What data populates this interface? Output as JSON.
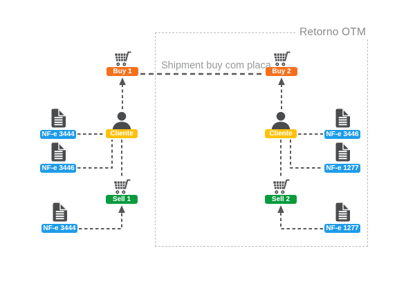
{
  "title_labels": {
    "otm_box": "Retorno OTM",
    "shipment": "Shipment buy com placa"
  },
  "colors": {
    "buy_orange": "#f4701d",
    "cliente_yellow": "#fec10d",
    "sell_green": "#089b3e",
    "nfe_blue": "#1e9be9",
    "icon_gray": "#4a4b4d",
    "connector_gray": "#58595b",
    "box_border_gray": "#b9babc",
    "title_gray": "#87898c"
  },
  "nodes": [
    {
      "id": "buy-1",
      "icon": "cart-icon",
      "label": "Buy 1",
      "color": "#f4701d"
    },
    {
      "id": "cliente-left",
      "icon": "person-icon",
      "label": "Cliente",
      "color": "#fec10d"
    },
    {
      "id": "sell-1",
      "icon": "cart-icon",
      "label": "Sell 1",
      "color": "#089b3e"
    },
    {
      "id": "nfe-3444-top-left",
      "icon": "document-icon",
      "label": "NF-e 3444",
      "color": "#1e9be9"
    },
    {
      "id": "nfe-3446-left",
      "icon": "document-icon",
      "label": "NF-e 3446",
      "color": "#1e9be9"
    },
    {
      "id": "nfe-3444-bottom-left",
      "icon": "document-icon",
      "label": "NF-e 3444",
      "color": "#1e9be9"
    },
    {
      "id": "buy-2",
      "icon": "cart-icon",
      "label": "Buy 2",
      "color": "#f4701d"
    },
    {
      "id": "cliente-right",
      "icon": "person-icon",
      "label": "Cliente",
      "color": "#fec10d"
    },
    {
      "id": "sell-2",
      "icon": "cart-icon",
      "label": "Sell 2",
      "color": "#089b3e"
    },
    {
      "id": "nfe-3446-right",
      "icon": "document-icon",
      "label": "NF-e 3446",
      "color": "#1e9be9"
    },
    {
      "id": "nfe-1277-mid-right",
      "icon": "document-icon",
      "label": "NF-e 1277",
      "color": "#1e9be9"
    },
    {
      "id": "nfe-1277-bottom-right",
      "icon": "document-icon",
      "label": "NF-e 1277",
      "color": "#1e9be9"
    }
  ],
  "connections": [
    {
      "from": "cliente-left",
      "to": "buy-1",
      "arrow": true
    },
    {
      "from": "buy-1",
      "to": "buy-2",
      "arrow": false,
      "label": "Shipment buy com placa"
    },
    {
      "from": "nfe-3444-top-left",
      "to": "cliente-left",
      "arrow": false
    },
    {
      "from": "nfe-3446-left",
      "to": "cliente-left",
      "arrow": false
    },
    {
      "from": "cliente-left",
      "to": "sell-1",
      "arrow": false
    },
    {
      "from": "nfe-3444-bottom-left",
      "to": "sell-1",
      "arrow": true
    },
    {
      "from": "cliente-right",
      "to": "buy-2",
      "arrow": true
    },
    {
      "from": "nfe-3446-right",
      "to": "cliente-right",
      "arrow": false
    },
    {
      "from": "nfe-1277-mid-right",
      "to": "cliente-right",
      "arrow": false
    },
    {
      "from": "cliente-right",
      "to": "sell-2",
      "arrow": false
    },
    {
      "from": "nfe-1277-bottom-right",
      "to": "sell-2",
      "arrow": true
    }
  ]
}
